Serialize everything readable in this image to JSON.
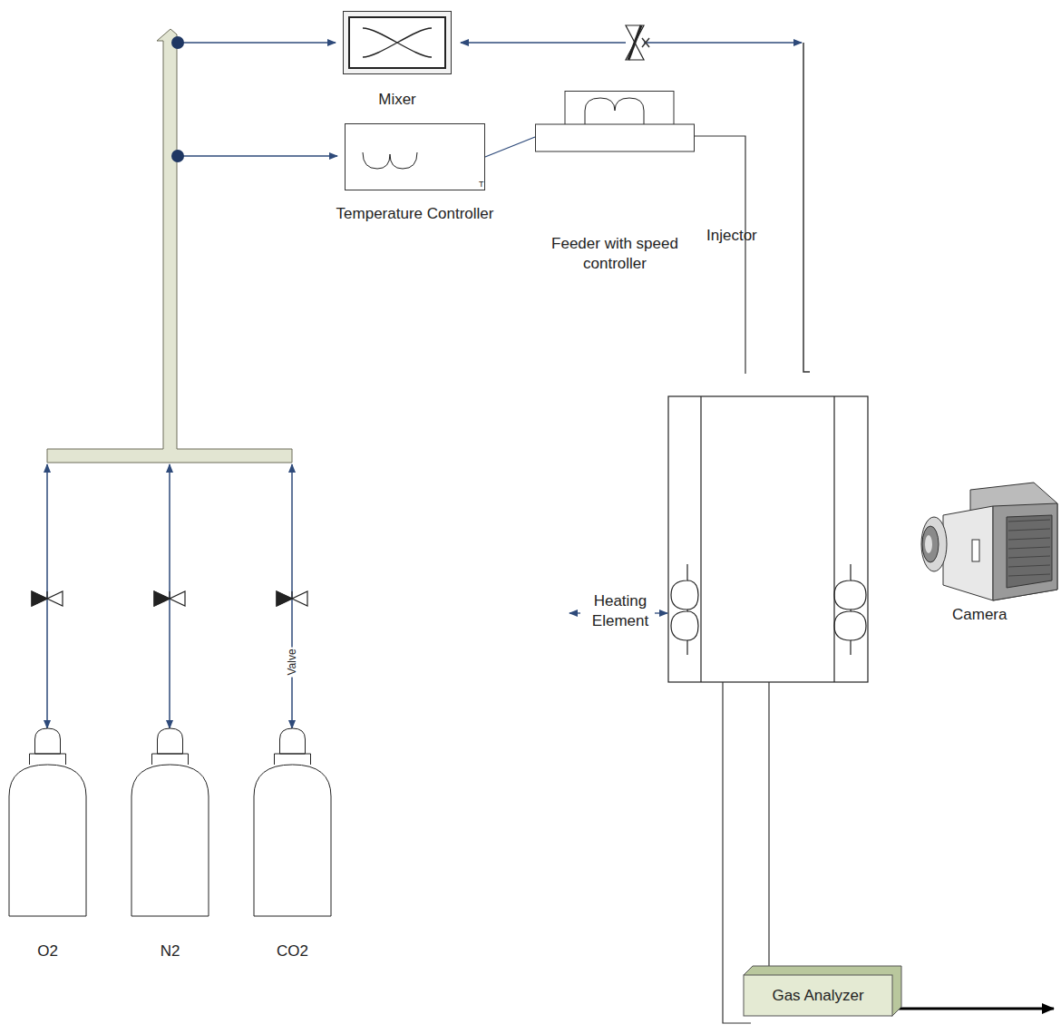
{
  "diagram": {
    "nodes": [
      {
        "text": [
          "Mixer"
        ]
      },
      {
        "text": [
          "Temperature Controller"
        ]
      },
      {
        "text": [
          "Feeder with speed controller"
        ]
      },
      {
        "text": [
          "Gas Analyzer"
        ]
      },
      {
        "text": [
          "O2"
        ]
      },
      {
        "text": [
          "N2"
        ]
      },
      {
        "text": [
          "CO2"
        ]
      }
    ],
    "edges": [
      {
        "from": 1,
        "to": 2,
        "arrow": "none"
      }
    ],
    "labels": [
      "T",
      "Injector",
      "Heating Element",
      "Camera",
      "Valve"
    ]
  }
}
